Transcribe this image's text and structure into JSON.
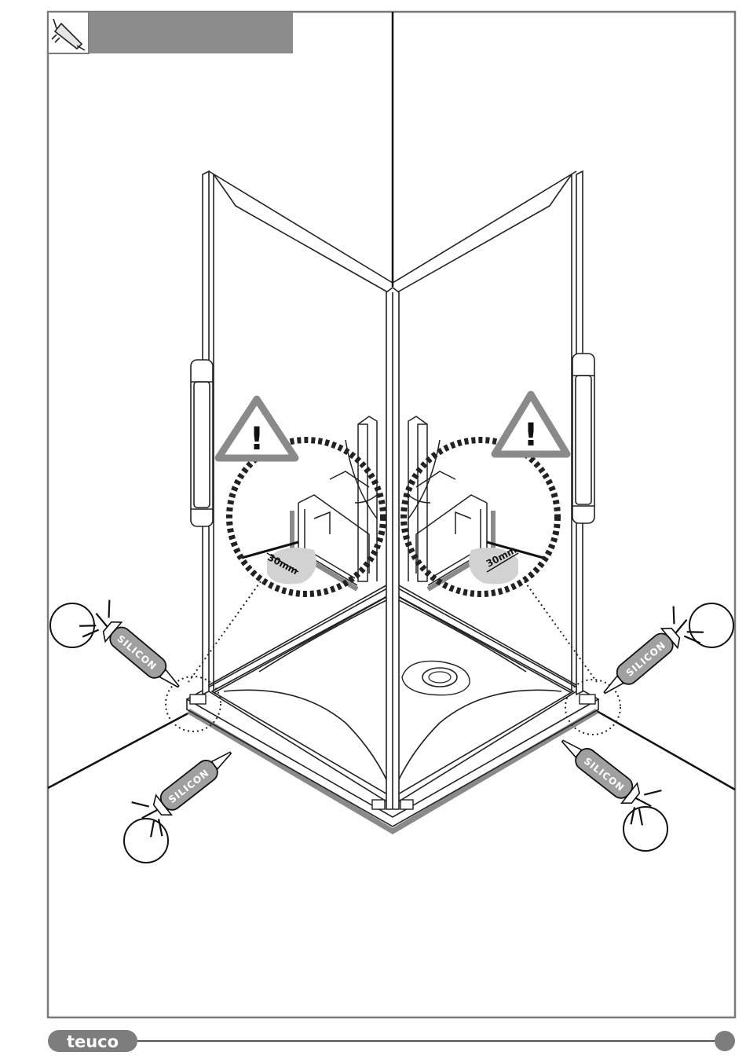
{
  "header": {
    "icon": "silicone-gun-icon",
    "title_bar_color": "#8c8c8c"
  },
  "annotations": {
    "measurement_left": "30mm",
    "measurement_right": "30mm",
    "warning_glyph": "!"
  },
  "silicone_labels": {
    "top_left": "SILICON",
    "bottom_left": "SILICON",
    "top_right": "SILICON",
    "bottom_right": "SILICON"
  },
  "footer": {
    "brand": "teuco"
  },
  "colors": {
    "frame": "#7a7a7a",
    "warning": "#8a8a8a",
    "seal": "#8a8a8a",
    "pill": "#7d7d7d"
  }
}
